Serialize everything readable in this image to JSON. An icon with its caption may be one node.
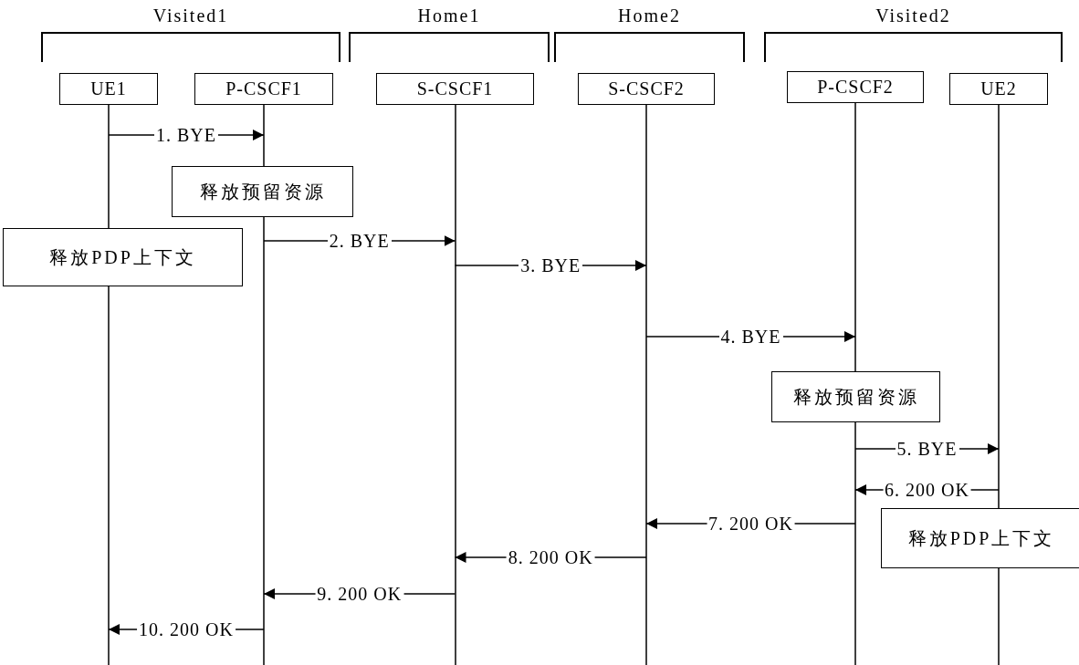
{
  "diagram": {
    "nodes": [
      {
        "text": [
          "Visited1"
        ]
      },
      {
        "text": [
          "Home1"
        ]
      },
      {
        "text": [
          "Home2"
        ]
      },
      {
        "text": [
          "Visited2"
        ]
      },
      {
        "text": [
          "UE1"
        ]
      },
      {
        "text": [
          "P-CSCF1"
        ]
      },
      {
        "text": [
          "S-CSCF1"
        ]
      },
      {
        "text": [
          "S-CSCF2"
        ]
      },
      {
        "text": [
          "P-CSCF2"
        ]
      },
      {
        "text": [
          "UE2"
        ]
      },
      {
        "text": [
          "释放预留资源"
        ]
      },
      {
        "text": [
          "释放PDP上下文"
        ]
      },
      {
        "text": [
          "释放预留资源"
        ]
      },
      {
        "text": [
          "释放PDP上下文"
        ]
      }
    ],
    "edges": [
      {
        "from": 4,
        "to": 5,
        "arrow": "to",
        "label": "1. BYE"
      },
      {
        "from": 5,
        "to": 6,
        "arrow": "to",
        "label": "2. BYE"
      },
      {
        "from": 6,
        "to": 7,
        "arrow": "to",
        "label": "3. BYE"
      },
      {
        "from": 7,
        "to": 8,
        "arrow": "to",
        "label": "4. BYE"
      },
      {
        "from": 8,
        "to": 9,
        "arrow": "to",
        "label": "5. BYE"
      },
      {
        "from": 9,
        "to": 8,
        "arrow": "to",
        "label": "6. 200 OK"
      },
      {
        "from": 8,
        "to": 7,
        "arrow": "to",
        "label": "7. 200 OK"
      },
      {
        "from": 7,
        "to": 6,
        "arrow": "to",
        "label": "8. 200 OK"
      },
      {
        "from": 6,
        "to": 5,
        "arrow": "to",
        "label": "9. 200 OK"
      },
      {
        "from": 5,
        "to": 4,
        "arrow": "to",
        "label": "10. 200 OK"
      }
    ]
  }
}
